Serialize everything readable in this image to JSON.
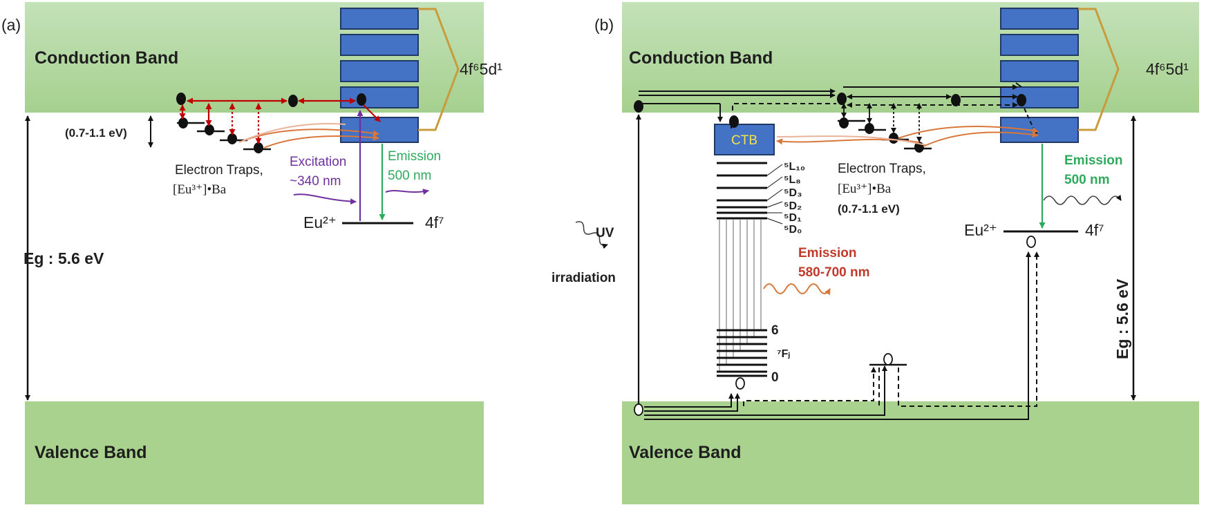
{
  "panel_a": {
    "label": "(a)",
    "conduction_band": "Conduction Band",
    "valence_band": "Valence Band",
    "config_5d": "4f⁶5d¹",
    "trap_range": "(0.7-1.1 eV)",
    "traps_line1": "Electron Traps,",
    "traps_line2": "[Eu³⁺]•Ba",
    "excitation_line1": "Excitation",
    "excitation_line2": "~340 nm",
    "emission_line1": "Emission",
    "emission_line2": "500 nm",
    "eu_ion": "Eu²⁺",
    "ground_state": "4f⁷",
    "band_gap": "Eg : 5.6 eV"
  },
  "panel_b": {
    "label": "(b)",
    "conduction_band": "Conduction Band",
    "valence_band": "Valence Band",
    "config_5d": "4f⁶5d¹",
    "ctb": "CTB",
    "levels": [
      "⁵L₁₀",
      "⁵L₈",
      "⁵D₃",
      "⁵D₂",
      "⁵D₁",
      "⁵D₀"
    ],
    "f_levels": [
      "6",
      "⁷Fⱼ",
      "0"
    ],
    "traps_line1": "Electron Traps,",
    "traps_line2": "[Eu³⁺]•Ba",
    "trap_range": "(0.7-1.1 eV)",
    "emission_green_line1": "Emission",
    "emission_green_line2": "500 nm",
    "emission_red_line1": "Emission",
    "emission_red_line2": "580-700 nm",
    "uv_line1": "UV",
    "uv_line2": "irradiation",
    "eu_ion": "Eu²⁺",
    "ground_state": "4f⁷",
    "band_gap": "Eg : 5.6 eV"
  },
  "colors": {
    "band_green_top": "#b9dcae",
    "band_green": "#a9d28f",
    "box_blue": "#4472c4",
    "box_border": "#1f3864",
    "brace_gold": "#c89b3c",
    "trap_red": "#c00000",
    "excitation_purple": "#7030a0",
    "emission_green": "#2eaa5c",
    "emission_red": "#c0392b"
  }
}
